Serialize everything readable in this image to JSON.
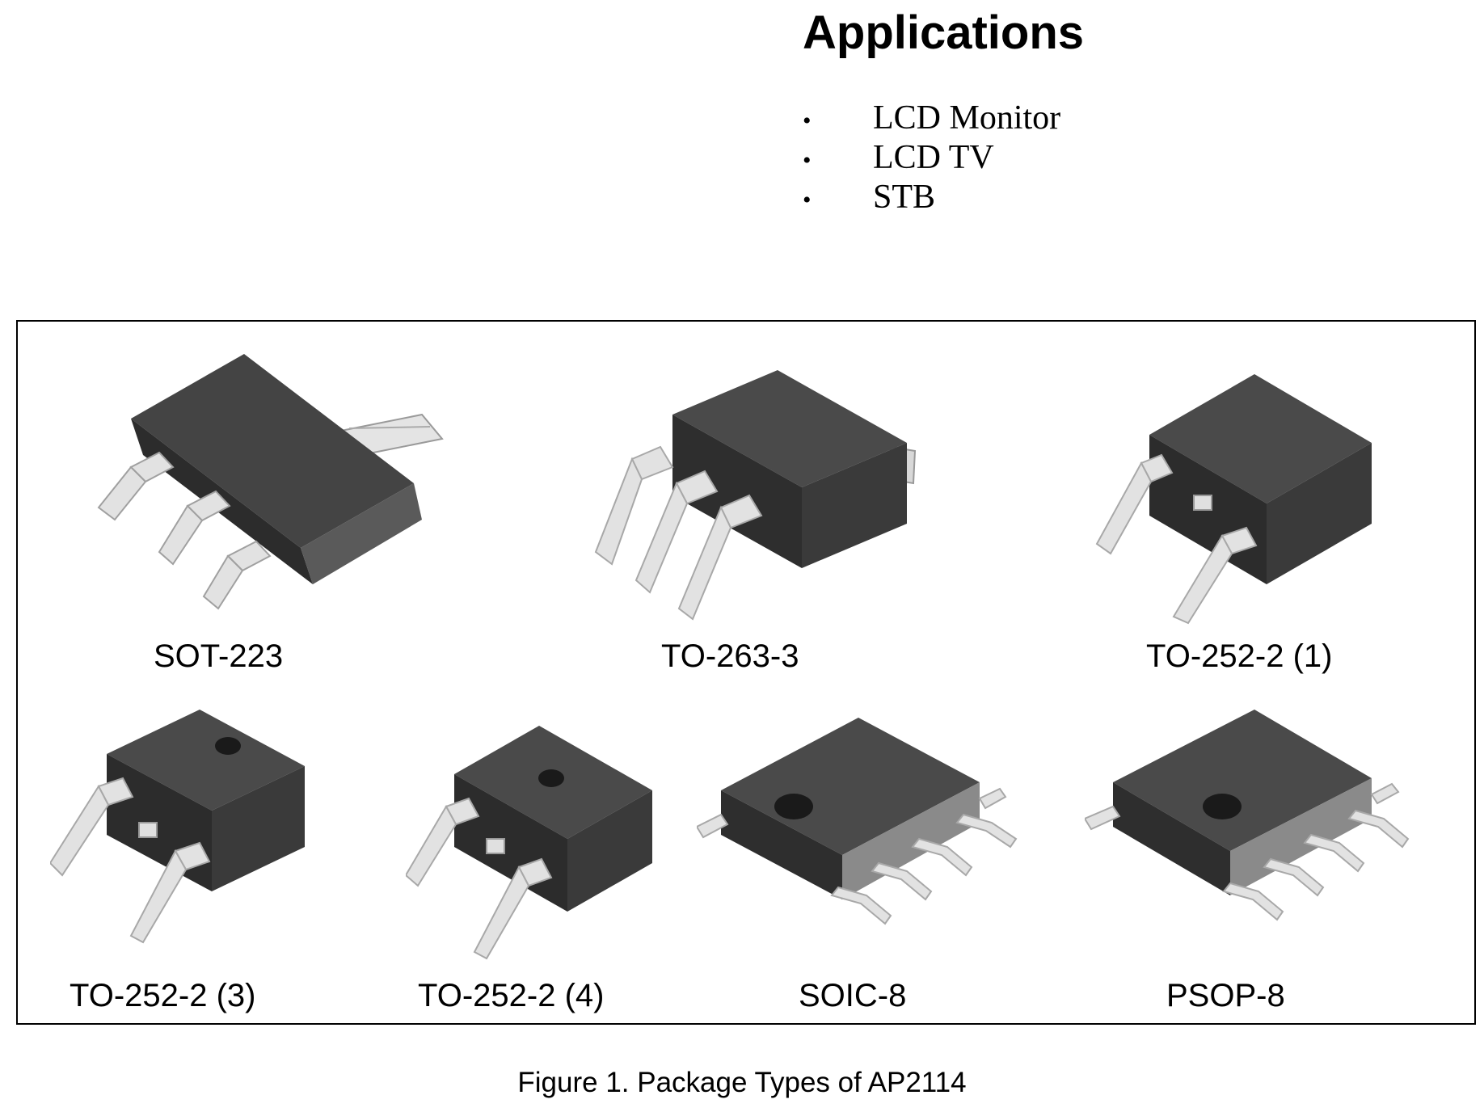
{
  "applications": {
    "heading": "Applications",
    "bullet": "•",
    "items": [
      "LCD Monitor",
      "LCD TV",
      "STB"
    ]
  },
  "packages": [
    {
      "label": "SOT-223",
      "icon": "sot-223-package-icon"
    },
    {
      "label": "TO-263-3",
      "icon": "to-263-3-package-icon"
    },
    {
      "label": "TO-252-2 (1)",
      "icon": "to-252-2-1-package-icon"
    },
    {
      "label": "TO-252-2 (3)",
      "icon": "to-252-2-3-package-icon"
    },
    {
      "label": "TO-252-2 (4)",
      "icon": "to-252-2-4-package-icon"
    },
    {
      "label": "SOIC-8",
      "icon": "soic-8-package-icon"
    },
    {
      "label": "PSOP-8",
      "icon": "psop-8-package-icon"
    }
  ],
  "caption": "Figure 1. Package Types of AP2114",
  "colors": {
    "body_dark": "#3c3c3c",
    "body_top": "#4a4a4a",
    "body_side": "#2a2a2a",
    "lead": "#e2e2e2",
    "lead_shade": "#b8b8b8"
  }
}
